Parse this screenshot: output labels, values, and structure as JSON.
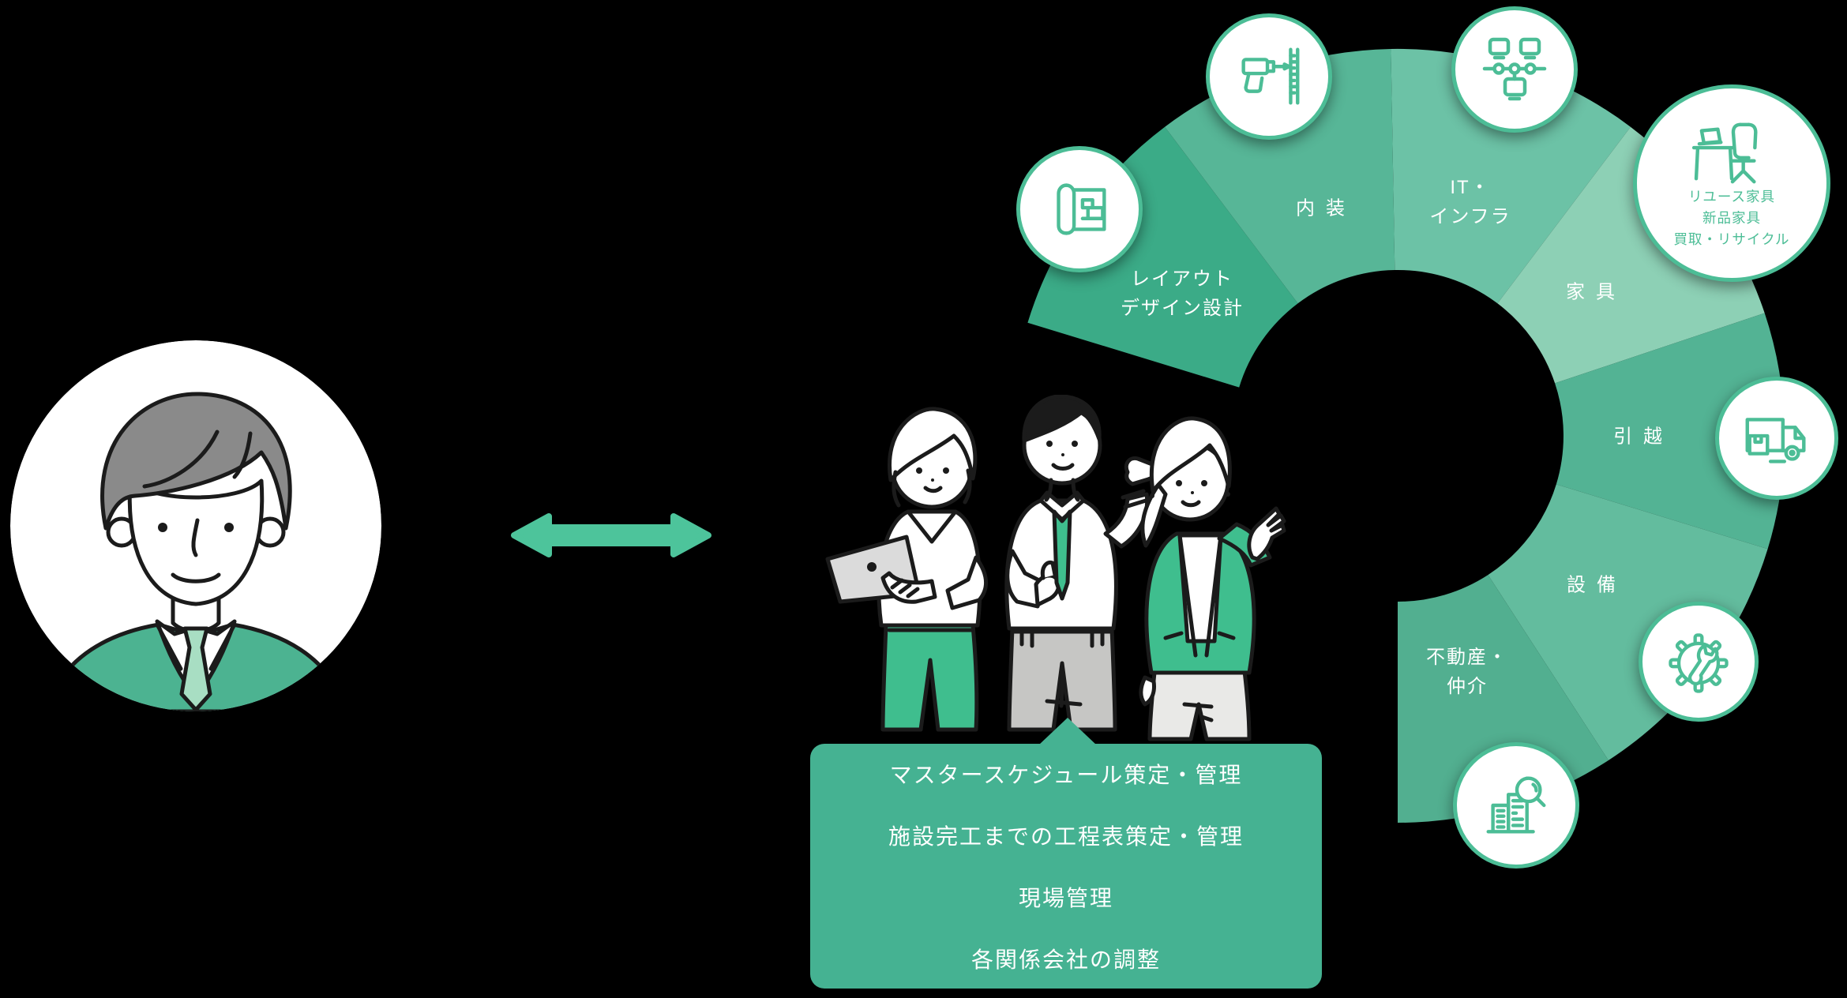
{
  "colors": {
    "background": "#000000",
    "accent": "#4DC49B",
    "icon_green": "#4CBD96",
    "label_text": "#FFFFFF",
    "callout_bg": "#45B292",
    "illustration_green": "#3FBE8E",
    "pants_gray": "#C6C6C4",
    "skirt_gray": "#E9E9E7",
    "laptop_gray": "#DBDBDB",
    "hair_gray": "#8A8A8A",
    "outline": "#1B1B1B",
    "avatar_jacket": "#4CB391",
    "avatar_tie": "#A8DEC3"
  },
  "ring": {
    "segments": [
      {
        "name": "layout-design",
        "lines": [
          "レイアウト",
          "デザイン設計"
        ],
        "color": "#3BAB87",
        "icon": "blueprint-icon"
      },
      {
        "name": "interior",
        "lines": [
          "内装"
        ],
        "color": "#57B697",
        "icon": "drill-icon"
      },
      {
        "name": "it-infra",
        "lines": [
          "IT・",
          "インフラ"
        ],
        "color": "#6CC2A6",
        "icon": "network-icon"
      },
      {
        "name": "furniture",
        "lines": [
          "家具"
        ],
        "color": "#8DD0B5",
        "icon": "furniture-icon"
      },
      {
        "name": "moving",
        "lines": [
          "引越"
        ],
        "color": "#53B394",
        "icon": "truck-icon"
      },
      {
        "name": "equipment",
        "lines": [
          "設備"
        ],
        "color": "#63BC9E",
        "icon": "gear-wrench-icon"
      },
      {
        "name": "real-estate",
        "lines": [
          "不動産・",
          "仲介"
        ],
        "color": "#52AF90",
        "icon": "building-search-icon"
      }
    ]
  },
  "furniture_bubble": {
    "lines": [
      "リユース家具",
      "新品家具",
      "買取・リサイクル"
    ]
  },
  "callout": {
    "lines": [
      "マスタースケジュール策定・管理",
      "施設完工までの工程表策定・管理",
      "現場管理",
      "各関係会社の調整"
    ]
  }
}
